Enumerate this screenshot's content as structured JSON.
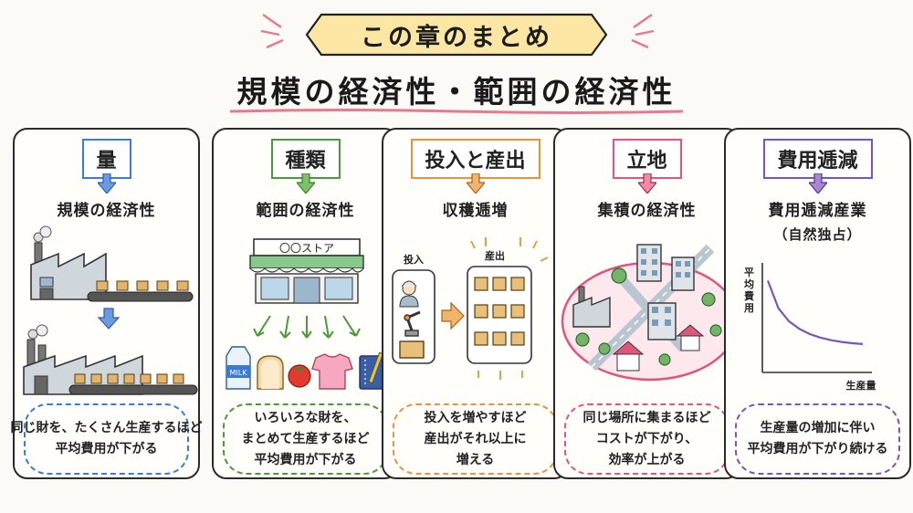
{
  "header": {
    "banner": "この章のまとめ",
    "subtitle": "規模の経済性・範囲の経済性"
  },
  "colors": {
    "blue": "#3a7bd5",
    "green": "#4a9a3b",
    "orange": "#e8923a",
    "pink": "#e0557d",
    "purple": "#7b55b5",
    "banner_fill": "#fbe7a3",
    "subtitle_line": "#e8788f"
  },
  "cards": [
    {
      "label": "量",
      "heading": "規模の経済性",
      "icons": [
        "factory-icon",
        "conveyor-belt-icon",
        "arrow-down-icon"
      ],
      "summary": [
        "同じ財を、たくさん生産するほど",
        "平均費用が下がる"
      ]
    },
    {
      "label": "種類",
      "heading": "範囲の経済性",
      "store_sign": "〇〇ストア",
      "milk_label": "MILK",
      "icons": [
        "store-icon",
        "milk-icon",
        "bread-icon",
        "tomato-icon",
        "tshirt-icon",
        "notebook-icon"
      ],
      "summary": [
        "いろいろな財を、",
        "まとめて生産するほど",
        "平均費用が下がる"
      ]
    },
    {
      "label": "投入と産出",
      "heading": "収穫逓増",
      "input_label": "投入",
      "output_label": "産出",
      "icons": [
        "worker-icon",
        "robot-arm-icon",
        "box-icon"
      ],
      "summary": [
        "投入を増やすほど",
        "産出がそれ以上に",
        "増える"
      ]
    },
    {
      "label": "立地",
      "heading": "集積の経済性",
      "icons": [
        "city-icon",
        "building-icon",
        "tree-icon",
        "house-icon"
      ],
      "summary": [
        "同じ場所に集まるほど",
        "コストが下がり、",
        "効率が上がる"
      ]
    },
    {
      "label": "費用逓減",
      "heading": "費用逓減産業",
      "heading_sub": "（自然独占）",
      "summary": [
        "生産量の増加に伴い",
        "平均費用が下がり続ける"
      ]
    }
  ],
  "chart_data": {
    "type": "line",
    "title": "",
    "xlabel": "生産量",
    "ylabel": "平均費用",
    "x": [
      1,
      2,
      3,
      4,
      5,
      6,
      7,
      8,
      9,
      10
    ],
    "series": [
      {
        "values": [
          10,
          6.8,
          5.3,
          4.4,
          3.8,
          3.4,
          3.1,
          2.9,
          2.75,
          2.65
        ]
      }
    ],
    "ylim": [
      0,
      11
    ],
    "grid": false
  }
}
